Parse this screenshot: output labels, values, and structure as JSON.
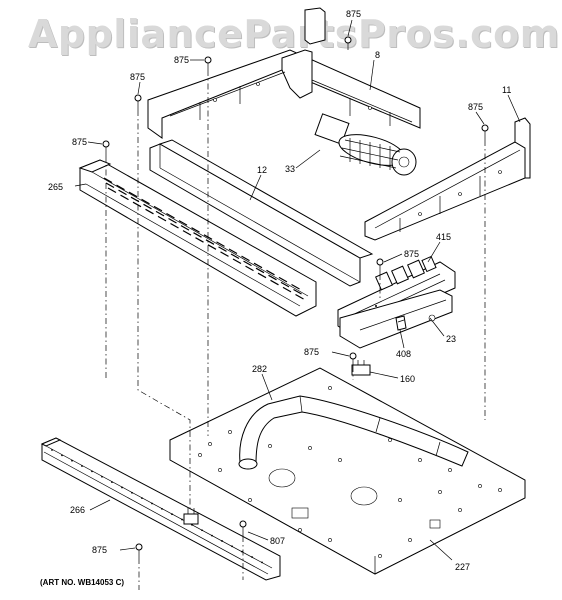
{
  "watermark": "AppliancePartsPros.com",
  "art_number": "(ART NO. WB14053 C)",
  "callouts": {
    "c8": "8",
    "c11": "11",
    "c12": "12",
    "c23": "23",
    "c33": "33",
    "c160": "160",
    "c227": "227",
    "c265": "265",
    "c266": "266",
    "c282": "282",
    "c408": "408",
    "c415": "415",
    "c807": "807",
    "c875_top": "875",
    "c875_a": "875",
    "c875_b": "875",
    "c875_c": "875",
    "c875_d": "875",
    "c875_e": "875",
    "c875_f": "875",
    "c875_g": "875"
  }
}
